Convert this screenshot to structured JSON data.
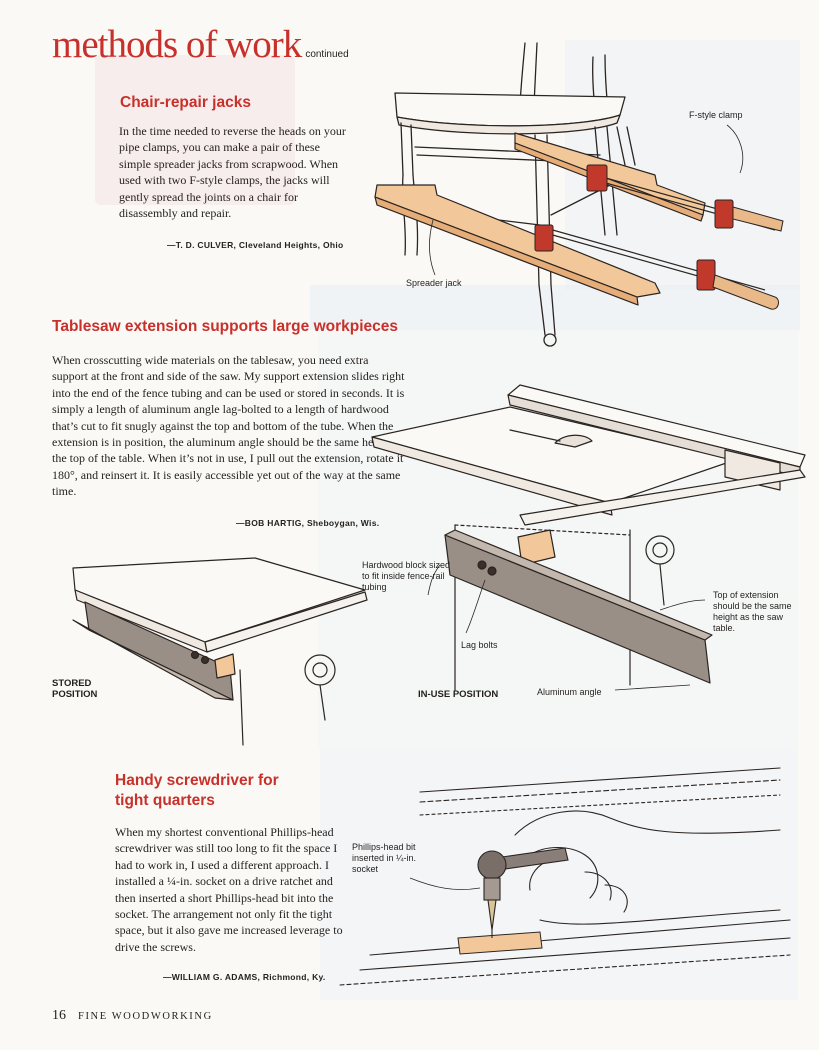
{
  "header": {
    "title": "methods of work",
    "continued": "continued"
  },
  "articles": [
    {
      "heading": "Chair-repair jacks",
      "body": "In the time needed to reverse the heads on your pipe clamps, you can make a pair of these simple spreader jacks from scrapwood. When used with two F-style clamps, the jacks will gently spread the joints on a chair for disassembly and repair.",
      "byline": "—T. D. CULVER, Cleveland Heights, Ohio",
      "labels": {
        "clamp": "F-style clamp",
        "jack": "Spreader jack"
      }
    },
    {
      "heading": "Tablesaw extension supports large workpieces",
      "body": "When crosscutting wide materials on the tablesaw, you need extra support at the front and side of the saw. My support extension slides right into the end of the fence tubing and can be used or stored in seconds. It is simply a length of aluminum angle lag-bolted to a length of hardwood that’s cut to fit snugly against the top and bottom of the tube. When the extension is in position, the aluminum angle should be the same height as the top of the table. When it’s not in use, I pull out the extension, rotate it 180°, and reinsert it. It is easily accessible yet out of the way at the same time.",
      "byline": "—BOB HARTIG, Sheboygan, Wis.",
      "labels": {
        "hardwood": "Hardwood block sized to fit inside fence-rail tubing",
        "top": "Top of extension should be the same height as the saw table.",
        "lag": "Lag bolts",
        "stored": "STORED POSITION",
        "inuse": "IN-USE POSITION",
        "angle": "Aluminum angle"
      }
    },
    {
      "heading": "Handy screwdriver for tight quarters",
      "body": "When my shortest conventional Phillips-head screwdriver was still too long to fit the space I had to work in, I used a different approach. I installed a ¼-in. socket on a drive ratchet and then inserted a short Phillips-head bit into the socket. The arrangement not only fit the tight space, but it also gave me increased leverage to drive the screws.",
      "byline": "—WILLIAM G. ADAMS, Richmond, Ky.",
      "labels": {
        "bit": "Phillips-head bit inserted in ¼-in. socket"
      }
    }
  ],
  "footer": {
    "page": "16",
    "publication": "FINE WOODWORKING"
  },
  "colors": {
    "accent": "#c8312b",
    "wood": "#f2c79a",
    "aluminum": "#9a8f86",
    "clamp": "#c0392b"
  }
}
